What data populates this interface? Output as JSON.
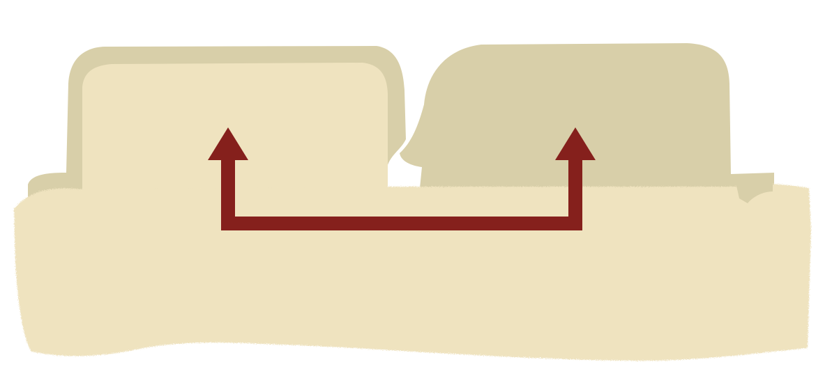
{
  "colors": {
    "parchment_light": "#efe3bf",
    "parchment_shade": "#e6dab2",
    "tab_inactive": "#d8cfa9",
    "tab_active_border": "#d8cfa9",
    "arrow": "#85201c",
    "background": "#ffffff"
  },
  "tabs": [
    {
      "state": "active"
    },
    {
      "state": "inactive"
    }
  ],
  "arrow": {
    "style": "double-headed bracket arrow",
    "direction": "up-up"
  }
}
